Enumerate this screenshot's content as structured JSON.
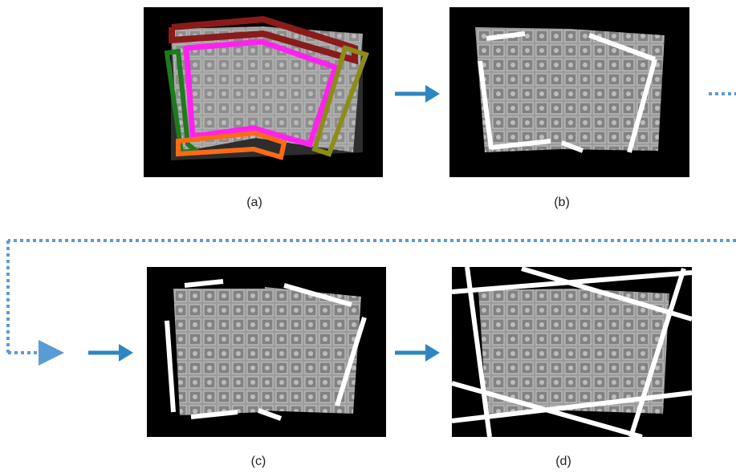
{
  "panels": [
    {
      "id": "a",
      "caption": "(a)"
    },
    {
      "id": "b",
      "caption": "(b)"
    },
    {
      "id": "c",
      "caption": "(c)"
    },
    {
      "id": "d",
      "caption": "(d)"
    }
  ],
  "colors": {
    "background": "#000000",
    "page_fill": "#9a9a9a",
    "grid_cell": "#8a8a8a",
    "grid_line": "#d8d8d8",
    "border_highlight": "#ffffff",
    "arrow": "#2e86c1",
    "dotted_connector": "#5b9bd5",
    "frame_dark_red": "#8b1a1a",
    "frame_magenta": "#ff22ee",
    "frame_green": "#1e7a1e",
    "frame_olive": "#8c8c1a",
    "frame_orange": "#ff6a14"
  },
  "icons": [
    "right-arrow-icon",
    "dotted-connector-icon"
  ]
}
